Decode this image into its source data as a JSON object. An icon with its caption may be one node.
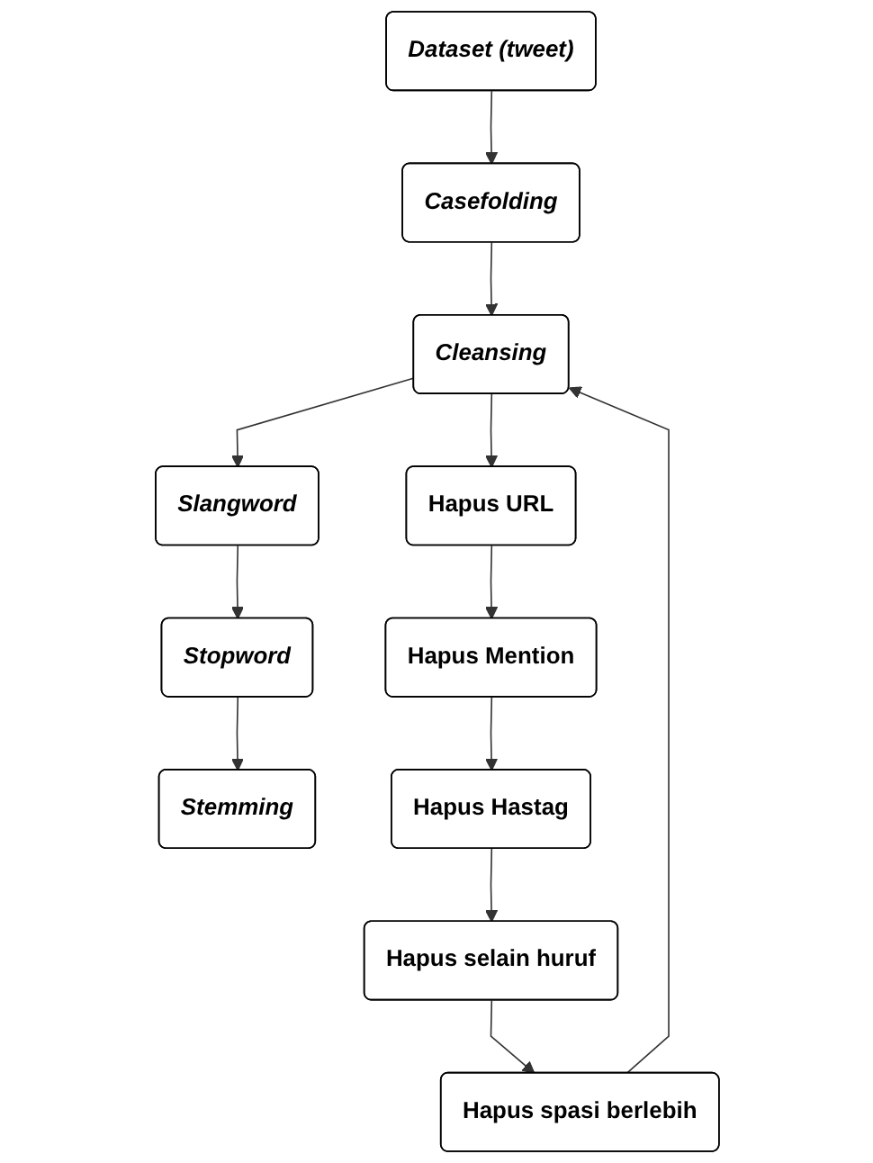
{
  "diagram": {
    "nodes": [
      {
        "text": [
          "Dataset (tweet)"
        ]
      },
      {
        "text": [
          "Casefolding"
        ]
      },
      {
        "text": [
          "Cleansing"
        ]
      },
      {
        "text": [
          "Slangword"
        ]
      },
      {
        "text": [
          "Stopword"
        ]
      },
      {
        "text": [
          "Stemming"
        ]
      },
      {
        "text": [
          "Hapus URL"
        ]
      },
      {
        "text": [
          "Hapus Mention"
        ]
      },
      {
        "text": [
          "Hapus Hastag"
        ]
      },
      {
        "text": [
          "Hapus selain huruf"
        ]
      },
      {
        "text": [
          "Hapus spasi berlebih"
        ]
      }
    ],
    "edges": [
      {
        "from": 0,
        "to": 1,
        "arrow": "to"
      },
      {
        "from": 1,
        "to": 2,
        "arrow": "to"
      },
      {
        "from": 2,
        "to": 3,
        "arrow": "to"
      },
      {
        "from": 3,
        "to": 4,
        "arrow": "to"
      },
      {
        "from": 4,
        "to": 5,
        "arrow": "to"
      },
      {
        "from": 2,
        "to": 6,
        "arrow": "to"
      },
      {
        "from": 6,
        "to": 7,
        "arrow": "to"
      },
      {
        "from": 7,
        "to": 8,
        "arrow": "to"
      },
      {
        "from": 8,
        "to": 9,
        "arrow": "to"
      },
      {
        "from": 9,
        "to": 10,
        "arrow": "to"
      },
      {
        "from": 10,
        "to": 2,
        "arrow": "to"
      }
    ]
  }
}
